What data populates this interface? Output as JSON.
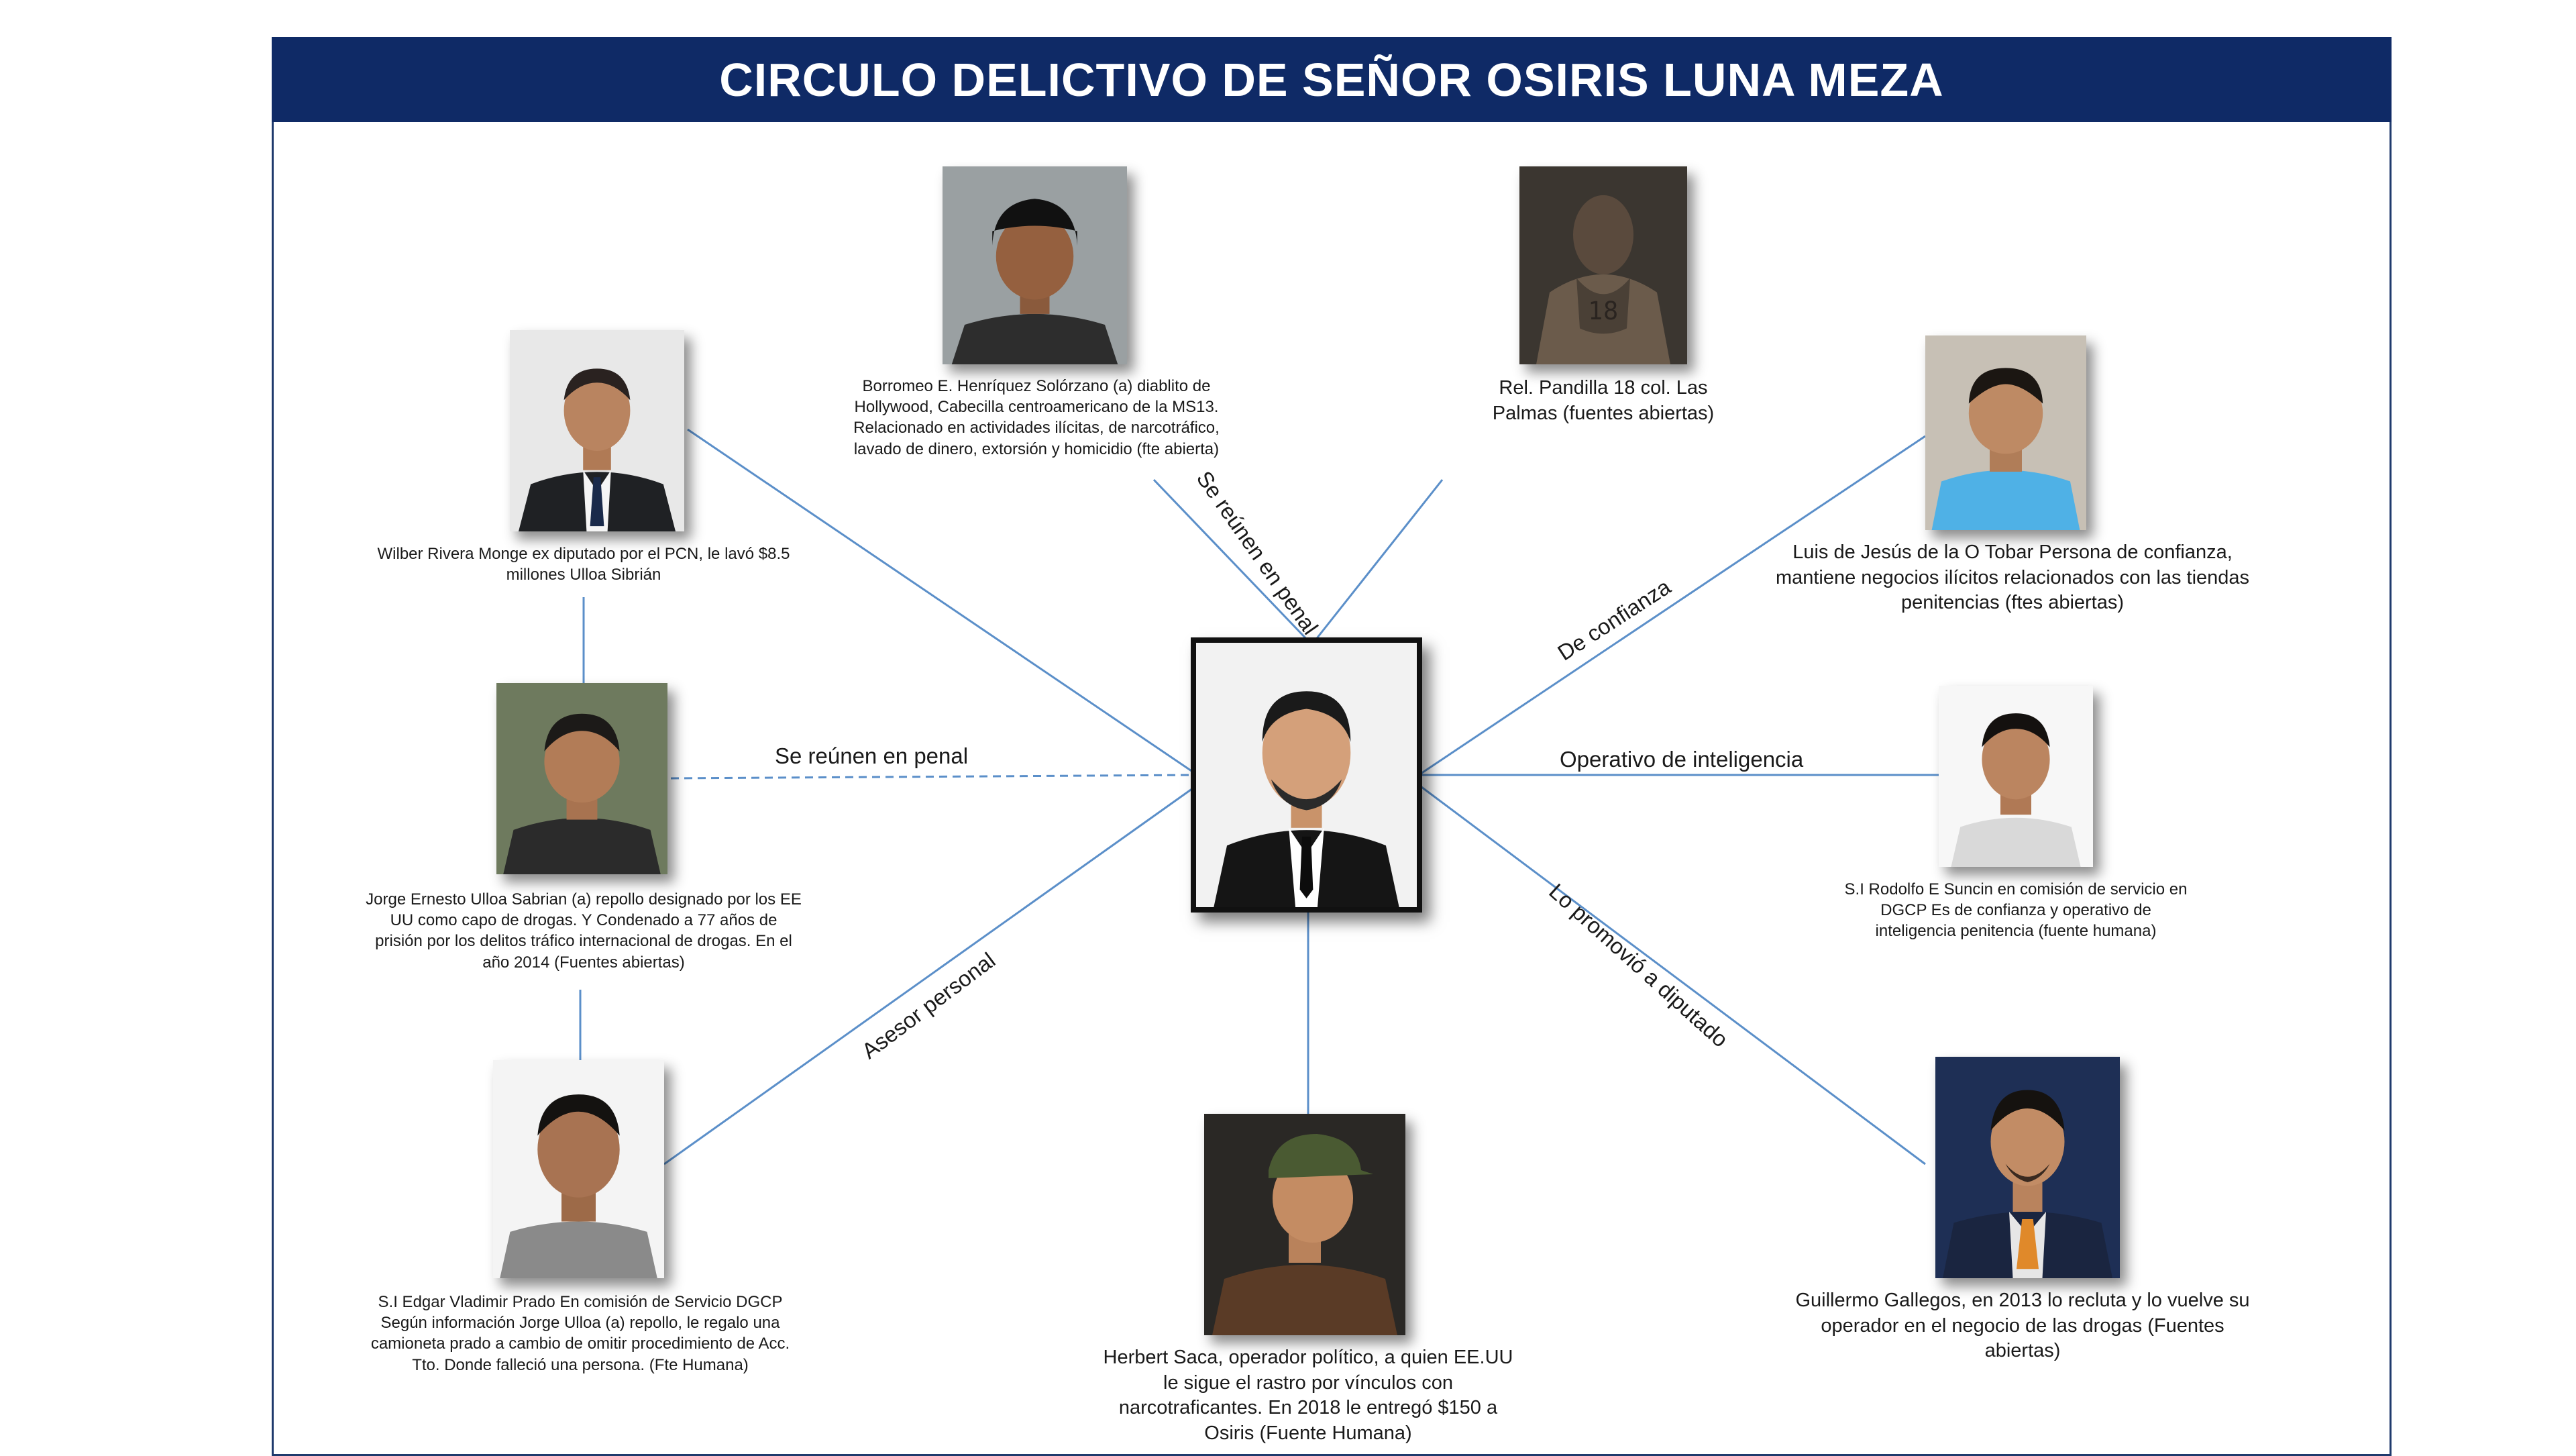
{
  "title": "CIRCULO DELICTIVO DE SEÑOR OSIRIS LUNA MEZA",
  "colors": {
    "header_bg": "#0f2a66",
    "line": "#5b8fc9"
  },
  "nodes": {
    "borromeo": {
      "caption": "Borromeo E. Henríquez Solórzano (a) diablito de Hollywood, Cabecilla centroamericano de la MS13. Relacionado en actividades ilícitas, de narcotráfico, lavado de dinero, extorsión y homicidio (fte abierta)"
    },
    "pandilla": {
      "caption": "Rel. Pandilla 18 col. Las Palmas (fuentes abiertas)"
    },
    "wilber": {
      "caption": "Wilber Rivera Monge ex diputado por el PCN, le lavó $8.5 millones Ulloa Sibrián"
    },
    "luis": {
      "caption": "Luis de Jesús de la O Tobar Persona de confianza, mantiene negocios ilícitos relacionados con las tiendas penitencias (ftes abiertas)"
    },
    "jorge": {
      "caption": "Jorge Ernesto Ulloa Sabrian (a) repollo designado por los EE UU como capo de drogas. Y Condenado a 77 años de prisión por los delitos tráfico internacional de drogas. En el año 2014 (Fuentes abiertas)"
    },
    "rodolfo": {
      "caption": "S.I Rodolfo E Suncin en comisión de servicio en DGCP Es de confianza y operativo de inteligencia penitencia (fuente humana)"
    },
    "edgar": {
      "caption": "S.I Edgar Vladimir Prado En comisión de Servicio DGCP Según información Jorge Ulloa (a) repollo, le regalo una camioneta prado a cambio de omitir procedimiento de Acc. Tto. Donde falleció una persona. (Fte Humana)"
    },
    "herbert": {
      "caption": "Herbert Saca, operador político, a quien EE.UU le sigue el rastro por vínculos con narcotraficantes. En 2018 le entregó $150 a Osiris (Fuente Humana)"
    },
    "guillermo": {
      "caption": "Guillermo Gallegos, en 2013 lo recluta y lo vuelve su operador en el negocio de las drogas (Fuentes abiertas)"
    }
  },
  "edges": {
    "borromeo": "Se reúnen en penal",
    "luis": "De confianza",
    "jorge": "Se reúnen en penal",
    "rodolfo": "Operativo de inteligencia",
    "edgar": "Asesor personal",
    "guillermo": "Lo promovió a diputado"
  }
}
